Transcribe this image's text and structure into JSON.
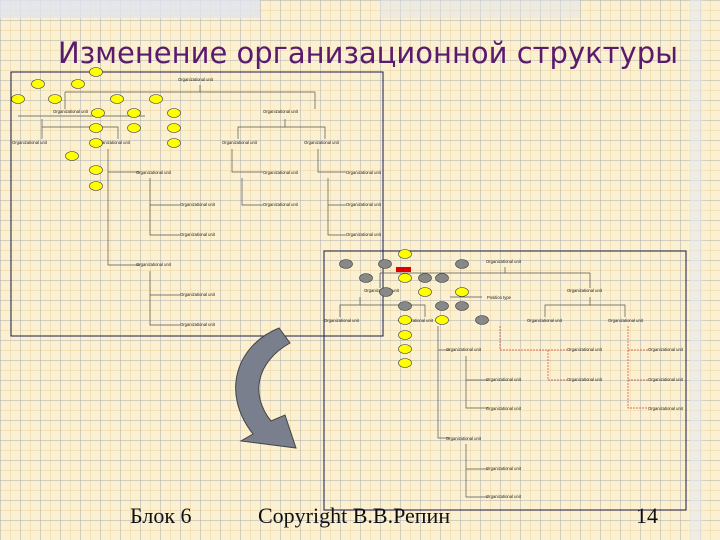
{
  "slide": {
    "title": "Изменение организационной структуры",
    "footer": {
      "block": "Блок 6",
      "copyright": "Copyright В.В.Репин",
      "page_number": "14"
    }
  },
  "diagram": {
    "unit_label": "Organizational unit",
    "position_label": "Position type",
    "colors": {
      "title": "#5a1a6e",
      "frame": "#1a1a4a",
      "connector": "#555555",
      "changed_connector": "#d04040",
      "node_yellow": "#ffff00",
      "node_gray": "#888888",
      "marker_red": "#e00000",
      "arrow_gray": "#7a7f8e"
    },
    "before": {
      "type": "org-chart",
      "title": "Before"
    },
    "after": {
      "type": "org-chart",
      "title": "After"
    },
    "transition_arrow_icon": "curved-arrow-icon"
  }
}
